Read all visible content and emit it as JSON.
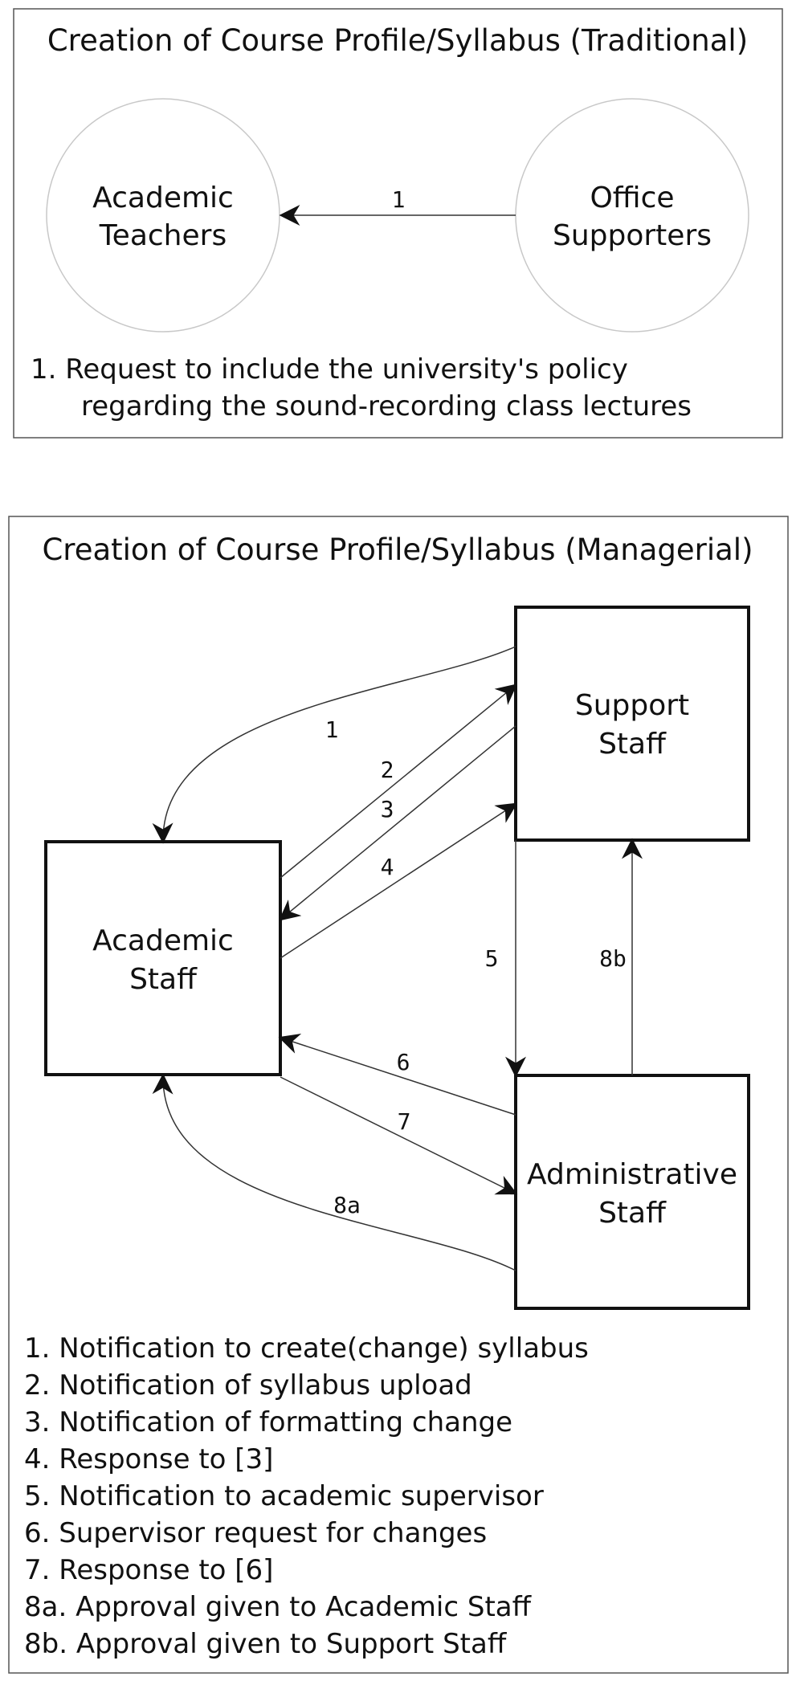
{
  "traditional": {
    "title": "Creation of Course Profile/Syllabus (Traditional)",
    "nodes": {
      "teachers": [
        "Academic",
        "Teachers"
      ],
      "office": [
        "Office",
        "Supporters"
      ]
    },
    "edge_label": "1",
    "legend": [
      "1. Request to include the university's policy",
      "regarding the sound-recording class lectures"
    ]
  },
  "managerial": {
    "title": "Creation of Course Profile/Syllabus (Managerial)",
    "nodes": {
      "academic": [
        "Academic",
        "Staff"
      ],
      "support": [
        "Support",
        "Staff"
      ],
      "admin": [
        "Administrative",
        "Staff"
      ]
    },
    "edge_labels": {
      "e1": "1",
      "e2": "2",
      "e3": "3",
      "e4": "4",
      "e5": "5",
      "e6": "6",
      "e7": "7",
      "e8a": "8a",
      "e8b": "8b"
    },
    "legend": [
      "1. Notification to create(change) syllabus",
      "2. Notification of syllabus upload",
      "3. Notification of formatting change",
      "4. Response to [3]",
      "5. Notification to academic supervisor",
      "6. Supervisor request for changes",
      "7. Response to [6]",
      "8a. Approval given to Academic Staff",
      "8b. Approval given to Support Staff"
    ]
  }
}
